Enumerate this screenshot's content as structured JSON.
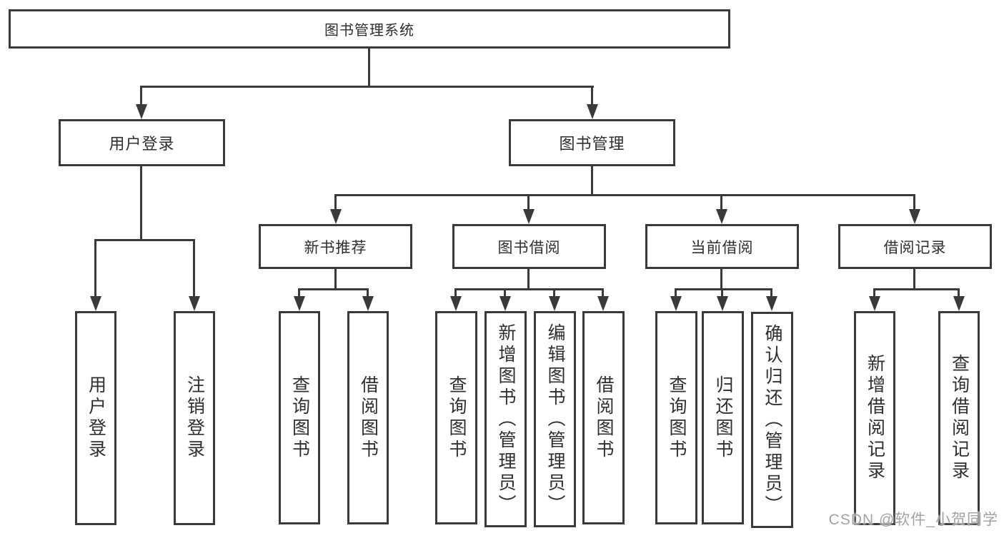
{
  "diagram": {
    "title": "图书管理系统",
    "root": {
      "label": "图书管理系统"
    },
    "branches": [
      {
        "label": "用户登录",
        "children": [
          {
            "label": "用户登录"
          },
          {
            "label": "注销登录"
          }
        ]
      },
      {
        "label": "图书管理",
        "groups": [
          {
            "label": "新书推荐",
            "children": [
              {
                "label": "查询图书"
              },
              {
                "label": "借阅图书"
              }
            ]
          },
          {
            "label": "图书借阅",
            "children": [
              {
                "label": "查询图书"
              },
              {
                "label": "新增图书（管理员）"
              },
              {
                "label": "编辑图书（管理员）"
              },
              {
                "label": "借阅图书"
              }
            ]
          },
          {
            "label": "当前借阅",
            "children": [
              {
                "label": "查询图书"
              },
              {
                "label": "归还图书"
              },
              {
                "label": "确认归还（管理员）"
              }
            ]
          },
          {
            "label": "借阅记录",
            "children": [
              {
                "label": "新增借阅记录"
              },
              {
                "label": "查询借阅记录"
              }
            ]
          }
        ]
      }
    ]
  },
  "watermark": {
    "text": "CSDN @软件_小贺同学"
  },
  "colors": {
    "line": "#3a3a3a",
    "text": "#2f2f2f",
    "box_background": "#ffffff",
    "page_background": "#ffffff",
    "watermark": "#9e9e9e"
  }
}
